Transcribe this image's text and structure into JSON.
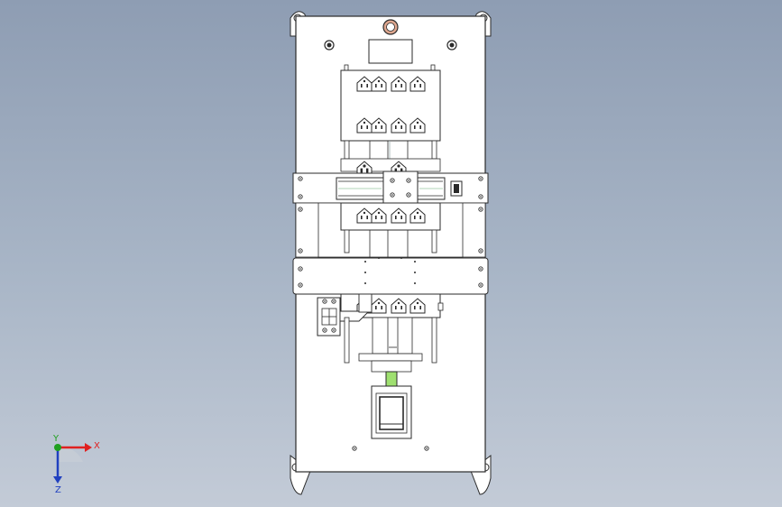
{
  "colors": {
    "background_top": "#8e9db3",
    "background_bottom": "#c3cbd7",
    "panel_fill": "#ffffff",
    "stroke": "#2a2a2a",
    "led_fill": "#e0a890",
    "accent_green": "#9fe070",
    "axis_x": "#e02020",
    "axis_y": "#20a020",
    "axis_z": "#2040c0"
  },
  "axes": {
    "x_label": "X",
    "y_label": "Y",
    "z_label": "Z"
  },
  "icons": {
    "socket": "outlet-icon",
    "power": "power-switch-icon",
    "indicator": "indicator-lamp-icon"
  }
}
